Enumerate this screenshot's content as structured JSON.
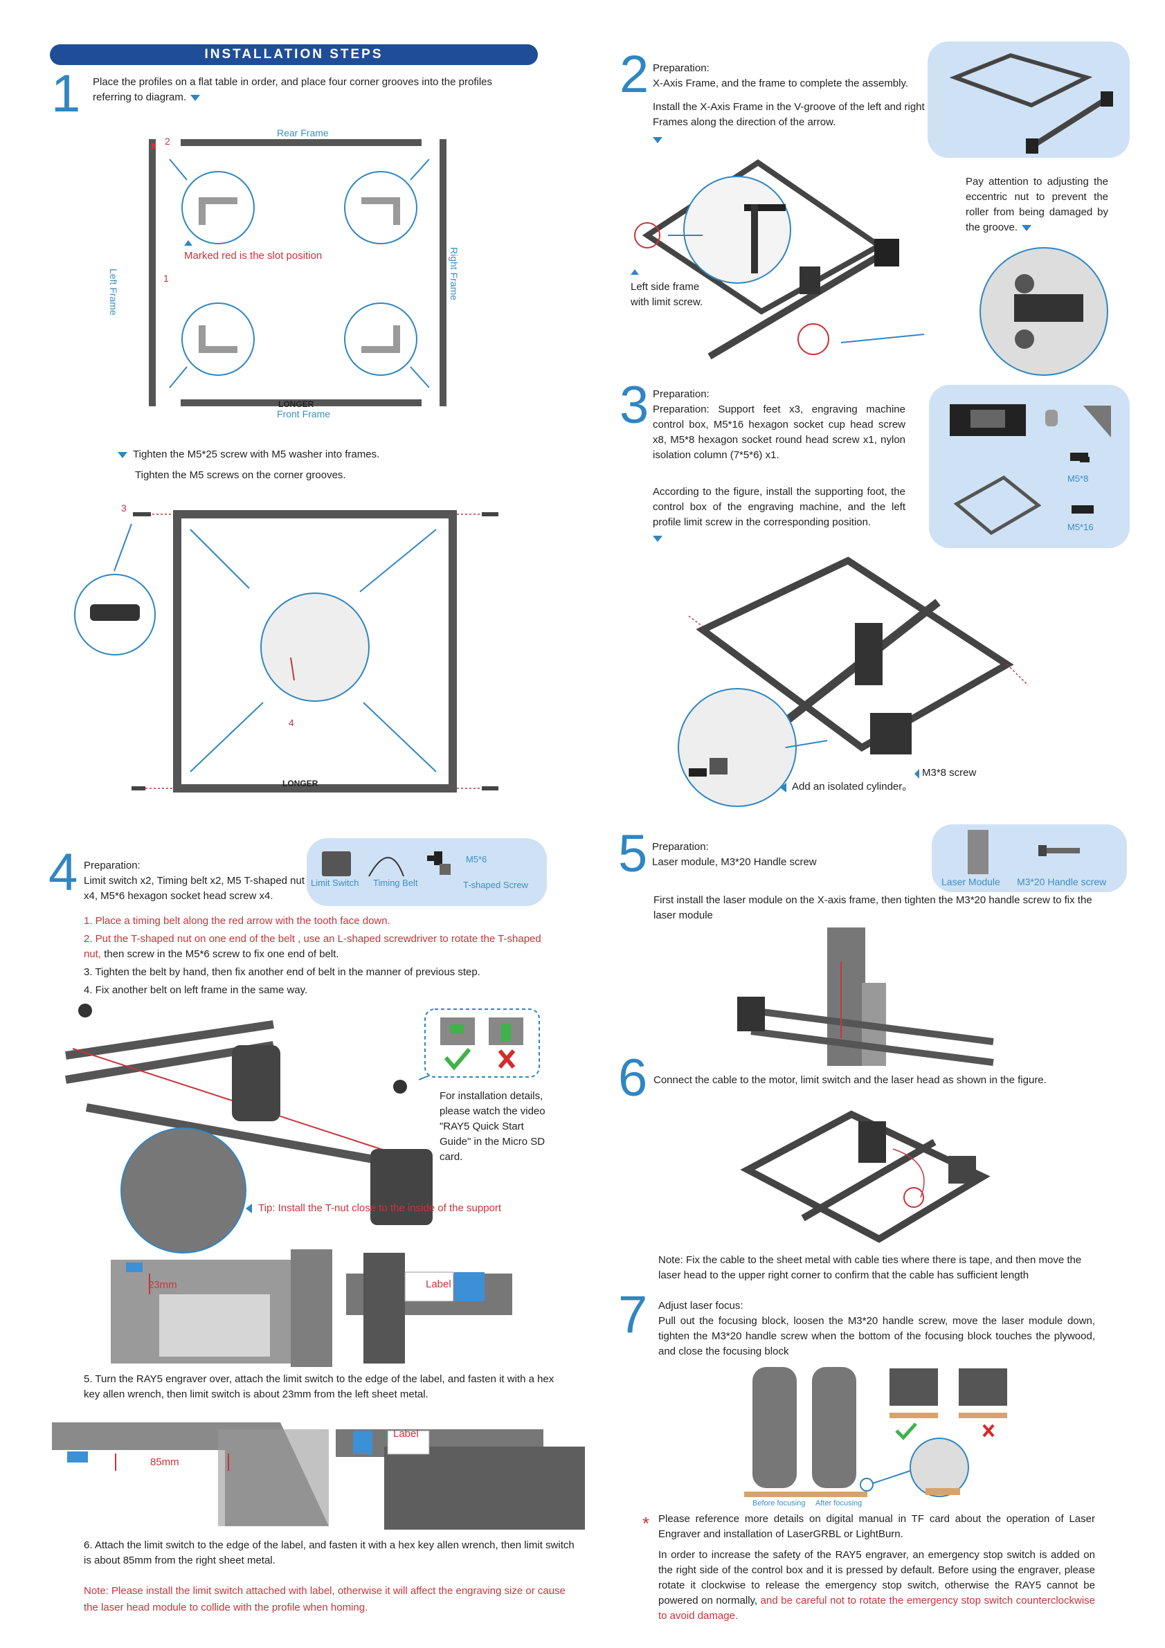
{
  "banner": "INSTALLATION STEPS",
  "step1": {
    "num": "1",
    "text": "Place the profiles on a flat table in order, and place four corner grooves into the profiles referring to diagram.",
    "rear": "Rear Frame",
    "front": "Front Frame",
    "left": "Left Frame",
    "right": "Right Frame",
    "marked": "Marked red is the slot position",
    "n1": "1",
    "n2": "2",
    "n3": "3",
    "n4": "4",
    "brand": "LONGER",
    "tighten1": "Tighten the M5*25 screw with M5 washer into frames.",
    "tighten2": "Tighten the M5 screws on the corner grooves."
  },
  "step2": {
    "num": "2",
    "prep": "Preparation:",
    "prep2": "X-Axis Frame, and the frame to complete the assembly.",
    "install": "Install the X-Axis Frame in the V-groove of the left and right Frames along the direction of the arrow.",
    "attention": "Pay attention to adjusting the eccentric nut to prevent the roller from being damaged by the groove.",
    "leftside": "Left side frame with limit screw."
  },
  "step3": {
    "num": "3",
    "prep": "Preparation:",
    "prep2": "Preparation: Support feet x3, engraving machine control box, M5*16 hexagon socket cup head screw x8, M5*8 hexagon socket round head screw x1, nylon isolation column (7*5*6) x1.",
    "according": "According to the figure, install the supporting foot, the control box of the engraving machine, and the left profile limit screw in the corresponding position.",
    "m58": "M5*8",
    "m516": "M5*16",
    "m38": "M3*8 screw",
    "isolated": "Add an isolated cylinder。"
  },
  "step4": {
    "num": "4",
    "prep": "Preparation:",
    "prep2": "Limit switch x2, Timing belt x2, M5 T-shaped nut x4, M5*6 hexagon socket head screw x4.",
    "lim": "Limit Switch",
    "belt": "Timing Belt",
    "m56": "M5*6",
    "tscrew": "T-shaped Screw",
    "s1": "1. Place a timing belt along the red arrow with the tooth face down.",
    "s2a": "2. Put the T-shaped nut on one end of the belt , use an L-shaped screwdriver to rotate the T-shaped nut,",
    "s2b": " then screw in the M5*6 screw to fix one end of belt.",
    "s3": "3. Tighten the belt by hand, then fix another end of belt in the manner of previous step.",
    "s4": "4. Fix another belt on left frame in the same way.",
    "video": "For installation details, please watch the video \"RAY5 Quick Start Guide\" in the Micro SD card.",
    "tip": "Tip: Install the T-nut close to the inside of the support",
    "mm23": "23mm",
    "label": "Label",
    "s5": "5. Turn the RAY5 engraver over, attach the limit switch to the edge of the label, and fasten it with a hex key allen wrench, then limit switch is about 23mm from the left sheet metal.",
    "mm85": "85mm",
    "s6": "6. Attach the limit switch to the edge of the label, and fasten it with a hex key allen wrench, then limit switch is about 85mm from the right sheet metal.",
    "note": "Note: Please install the limit switch attached with label, otherwise it will affect the engraving size or cause the laser head module to collide with the profile when homing."
  },
  "step5": {
    "num": "5",
    "prep": "Preparation:",
    "prep2": "Laser module, M3*20 Handle screw",
    "lm": "Laser Module",
    "hs": "M3*20 Handle screw",
    "first": "First install the laser module on the X-axis frame, then tighten the M3*20 handle screw to fix the laser module"
  },
  "step6": {
    "num": "6",
    "text": "Connect the cable to the motor, limit switch and the laser head as shown in the figure.",
    "note": "Note: Fix the cable to the sheet metal with cable ties where there is tape, and then move the laser head to the upper right corner to confirm that the cable has sufficient length"
  },
  "step7": {
    "num": "7",
    "adjust": "Adjust laser focus:",
    "text": "Pull out the focusing block, loosen the M3*20 handle screw, move the laser module down, tighten the M3*20 handle screw when the bottom of the focusing block touches the plywood, and close the focusing block",
    "before": "Before focusing",
    "after": "After focusing",
    "ref": "Please reference more details on digital manual in TF card about the operation of Laser Engraver and installation of LaserGRBL or LightBurn.",
    "star": "*",
    "safety": "In order to increase the safety of the RAY5 engraver, an emergency stop switch is added on the right side of the control box and it is pressed by default. Before using the engraver, please rotate it clockwise to release the emergency stop switch, otherwise the RAY5 cannot be powered on normally,",
    "safety_red": " and be careful not to rotate the emergency stop switch counterclockwise to avoid damage."
  }
}
